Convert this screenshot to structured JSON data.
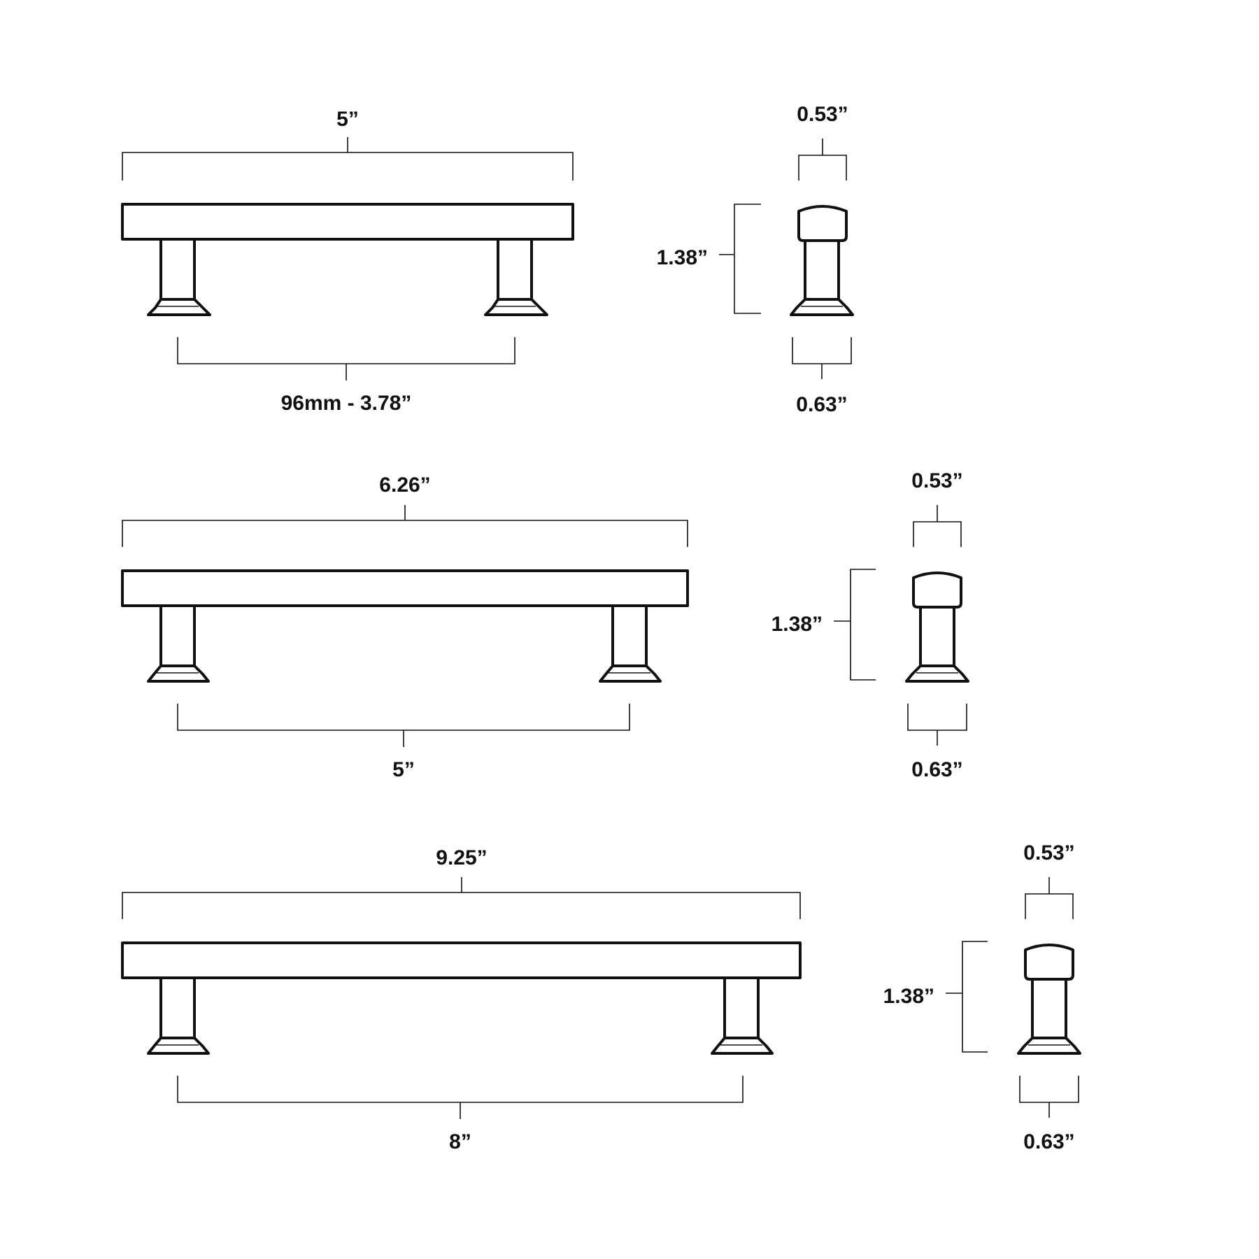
{
  "ink_color": "#111111",
  "background": "#ffffff",
  "handles": [
    {
      "overall_length": "5”",
      "center_to_center": "96mm - 3.78”",
      "side_profile": {
        "top_width": "0.53”",
        "height": "1.38”",
        "base_width": "0.63”"
      }
    },
    {
      "overall_length": "6.26”",
      "center_to_center": "5”",
      "side_profile": {
        "top_width": "0.53”",
        "height": "1.38”",
        "base_width": "0.63”"
      }
    },
    {
      "overall_length": "9.25”",
      "center_to_center": "8”",
      "side_profile": {
        "top_width": "0.53”",
        "height": "1.38”",
        "base_width": "0.63”"
      }
    }
  ]
}
